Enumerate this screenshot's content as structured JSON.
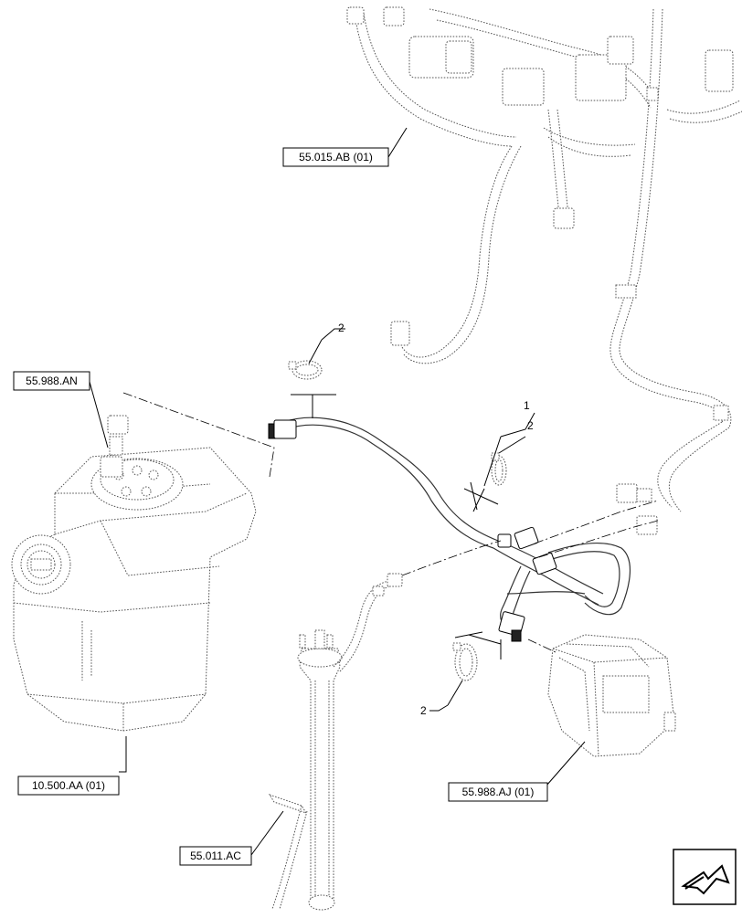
{
  "callouts": {
    "ref_55_015_ab": "55.015.AB (01)",
    "ref_55_988_an": "55.988.AN",
    "ref_10_500_aa": "10.500.AA (01)",
    "ref_55_011_ac": "55.011.AC",
    "ref_55_988_aj": "55.988.AJ (01)",
    "item_1": "1",
    "item_2_top": "2",
    "item_2_mid": "2",
    "item_2_bottom": "2"
  },
  "icons": {
    "corner": "navigation-arrow-icon"
  }
}
